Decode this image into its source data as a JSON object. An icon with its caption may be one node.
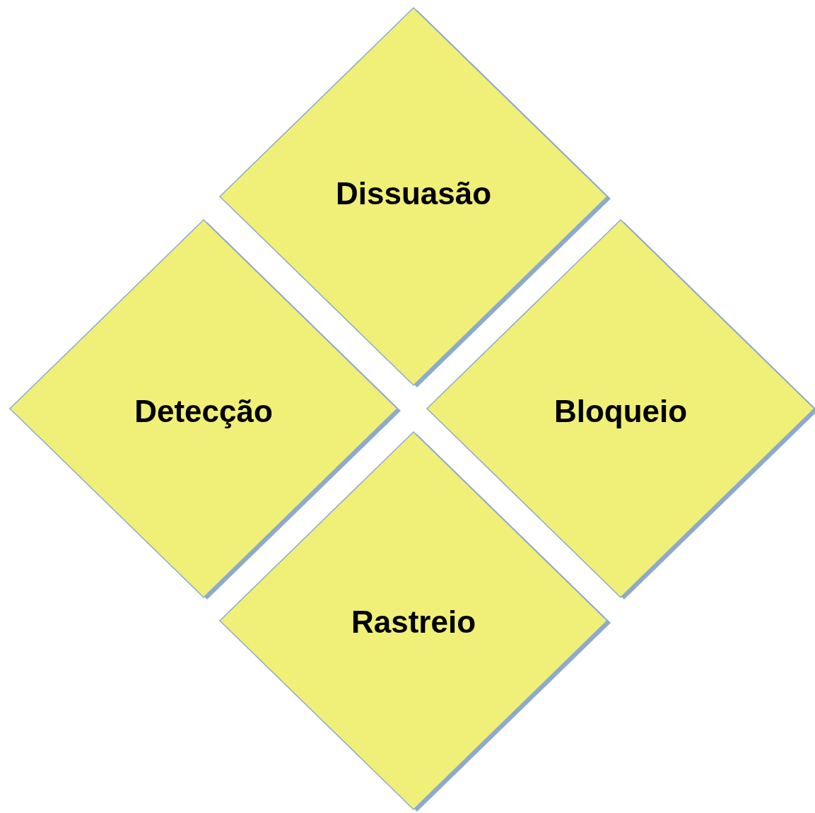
{
  "diagram": {
    "nodes": [
      {
        "text": [
          "Dissuasão"
        ]
      },
      {
        "text": [
          "Detecção"
        ]
      },
      {
        "text": [
          "Bloqueio"
        ]
      },
      {
        "text": [
          "Rastreio"
        ]
      }
    ]
  }
}
